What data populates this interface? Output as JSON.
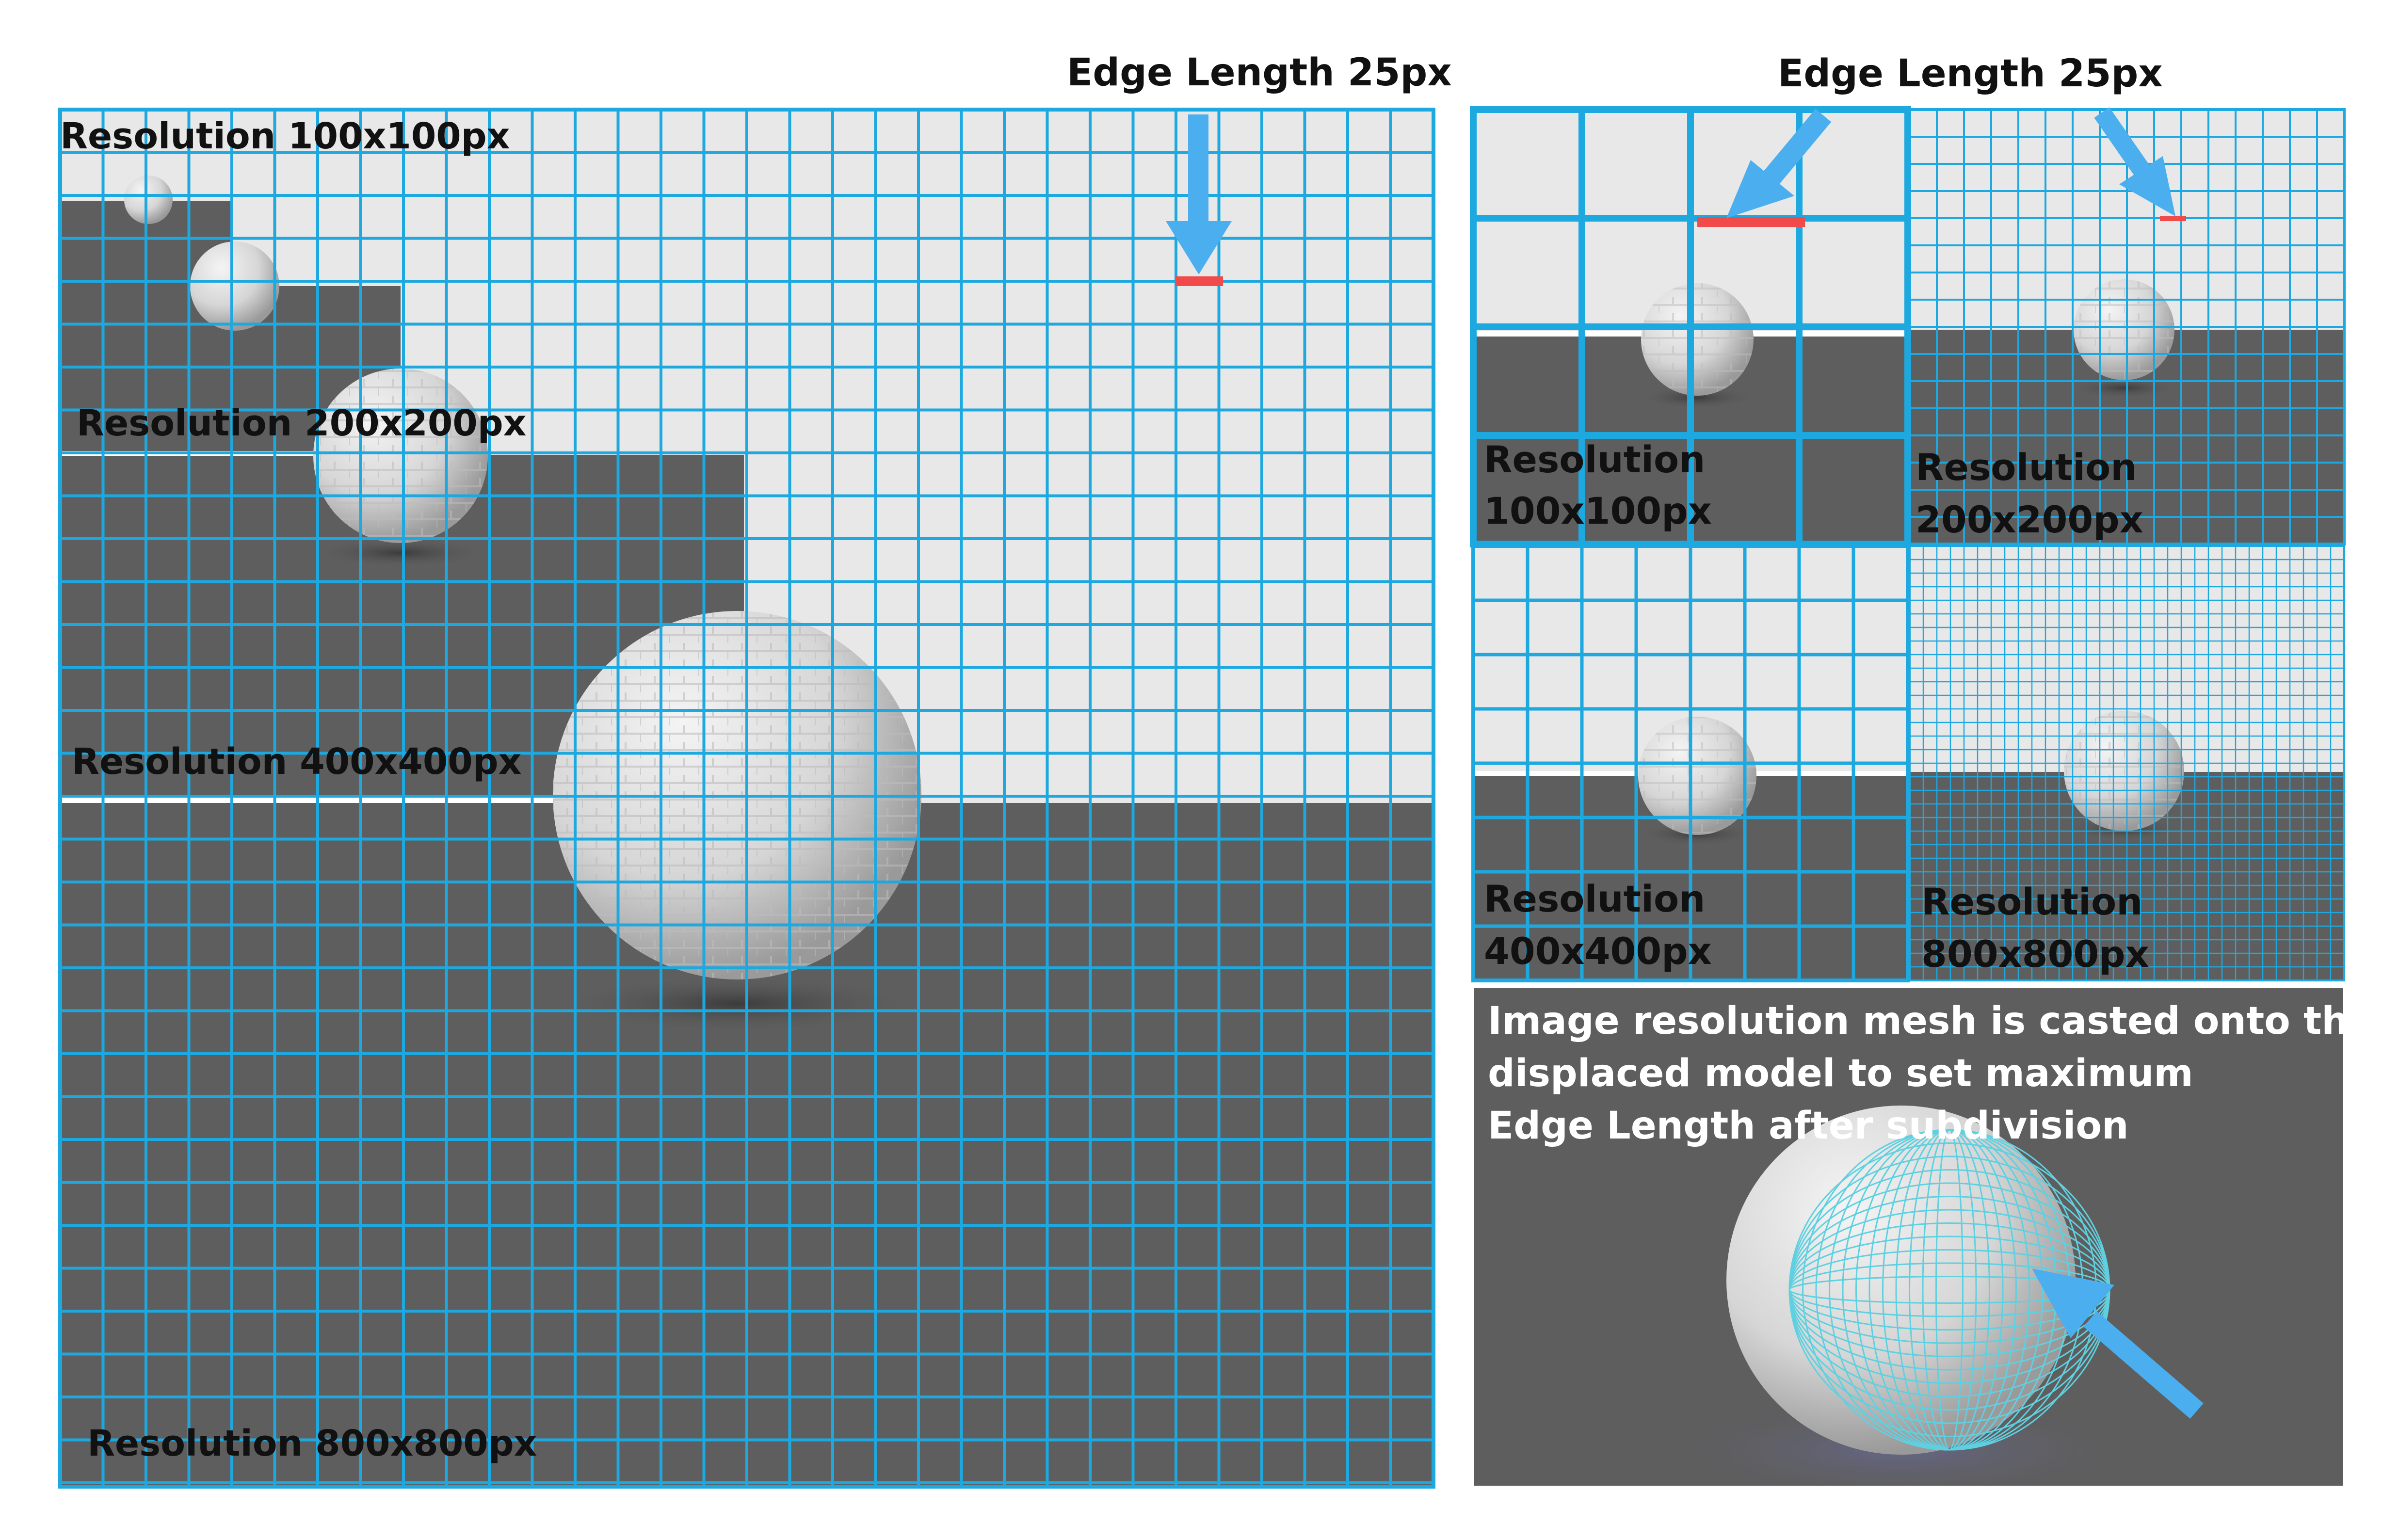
{
  "colors": {
    "grid": "#1ea8e0",
    "arrow": "#4aaeef",
    "edge_marker": "#f04a4a",
    "sky": "#e8e8e8",
    "floor": "#5e5e5e",
    "sphere": "#d8d8d8",
    "text_dark": "#111111",
    "text_light": "#ffffff"
  },
  "left_panel": {
    "top_annotation": "Edge Length 25px",
    "labels": {
      "r100": "Resolution 100x100px",
      "r200": "Resolution 200x200px",
      "r400": "Resolution 400x400px",
      "r800": "Resolution 800x800px"
    }
  },
  "right_panel": {
    "top_annotation": "Edge Length 25px",
    "tiles": {
      "r100": {
        "line1": "Resolution",
        "line2": "100x100px"
      },
      "r200": {
        "line1": "Resolution",
        "line2": "200x200px"
      },
      "r400": {
        "line1": "Resolution",
        "line2": "400x400px"
      },
      "r800": {
        "line1": "Resolution",
        "line2": "800x800px"
      }
    },
    "caption": {
      "line1": "Image resolution mesh is casted onto the",
      "line2": "displaced model to set maximum",
      "line3": "Edge Length after subdivision"
    }
  }
}
